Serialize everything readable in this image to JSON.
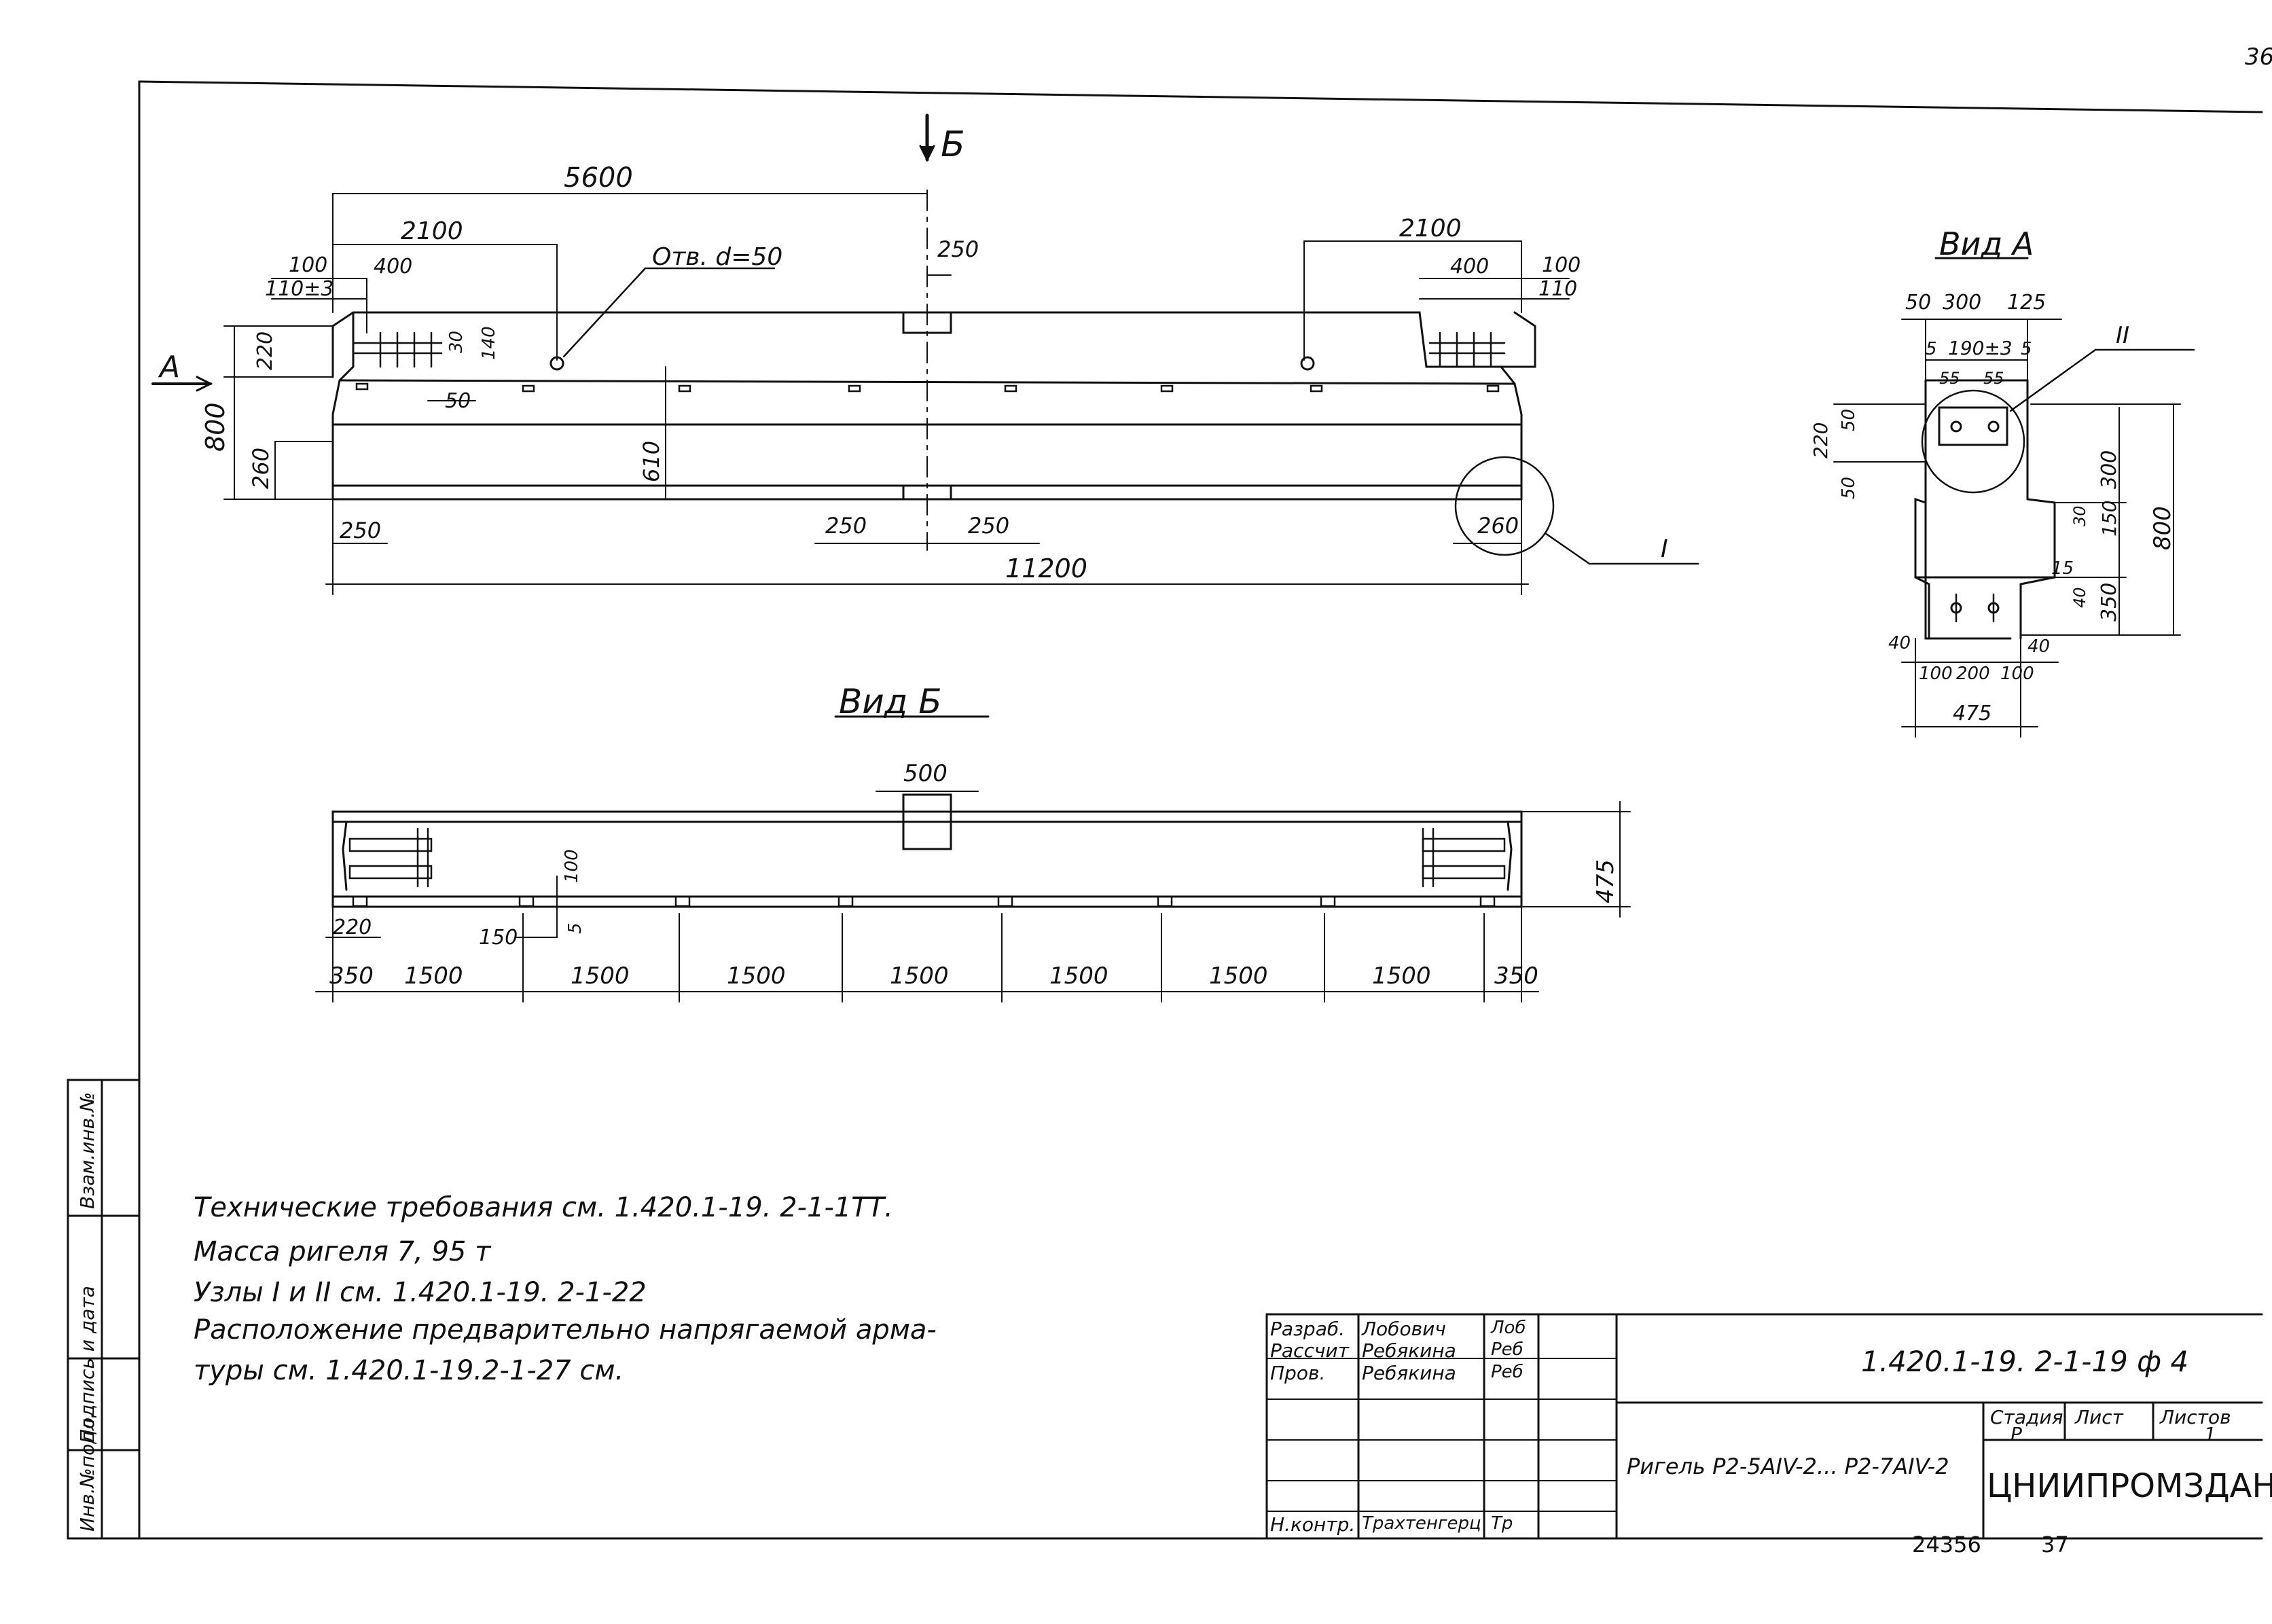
{
  "sheet": {
    "page_number": "36",
    "footer_left": "24356",
    "footer_right": "37"
  },
  "side_stamp": [
    "Инв.№подл.",
    "Подпись и дата",
    "Взам.инв.№"
  ],
  "main_view": {
    "section_mark": "Б",
    "view_a_mark": "А",
    "hole_label": "Отв. d=50",
    "node_1": "I",
    "dims": {
      "d5600": "5600",
      "d2100_left": "2100",
      "d2100_right": "2100",
      "d250_top": "250",
      "d100_left": "100",
      "d110_left": "110±3",
      "d400_left": "400",
      "d400_right": "400",
      "d100_right": "100",
      "d110_right": "110",
      "d220": "220",
      "d30": "30",
      "d140": "140",
      "d50": "50",
      "d800": "800",
      "d260": "260",
      "d610": "610",
      "d250_bl": "250",
      "d250_c1": "250",
      "d250_c2": "250",
      "d260_br": "260",
      "d11200": "11200"
    }
  },
  "view_b": {
    "title": "Вид Б",
    "dims": {
      "d500": "500",
      "d475": "475",
      "d100": "100",
      "d5": "5",
      "d220": "220",
      "d150": "150",
      "bottom": [
        "350",
        "1500",
        "1500",
        "1500",
        "1500",
        "1500",
        "1500",
        "1500",
        "350"
      ]
    }
  },
  "view_a": {
    "title": "Вид А",
    "node_2": "II",
    "dims": {
      "d50": "50",
      "d300": "300",
      "d125": "125",
      "d5a": "5",
      "d190": "190±3",
      "d5b": "5",
      "d55a": "55",
      "d55b": "55",
      "d220": "220",
      "d50v": "50",
      "d50v2": "50",
      "d300v": "300",
      "d800v": "800",
      "d30": "30",
      "d150": "150",
      "d15": "15",
      "d350": "350",
      "d40v": "40",
      "d40a": "40",
      "d40b": "40",
      "d100a": "100",
      "d200": "200",
      "d100b": "100",
      "d475": "475"
    }
  },
  "notes": [
    "Технические    требования    см.  1.420.1-19. 2-1-1ТТ.",
    "Масса    ригеля        7, 95 т",
    "Узлы    I  и  II    см.  1.420.1-19. 2-1-22",
    "Расположение    предварительно    напрягаемой   арма-",
    "туры   см.  1.420.1-19.2-1-27 см."
  ],
  "title_block": {
    "rows": [
      {
        "role": "Разраб.",
        "name": "Лобович",
        "sign": "Лоб"
      },
      {
        "role": "Рассчит",
        "name": "Ребякина",
        "sign": "Реб"
      },
      {
        "role": "Пров.",
        "name": "Ребякина",
        "sign": "Реб"
      },
      {
        "role": "",
        "name": "",
        "sign": ""
      },
      {
        "role": "",
        "name": "",
        "sign": ""
      },
      {
        "role": "",
        "name": "",
        "sign": ""
      },
      {
        "role": "Н.контр.",
        "name": "Трахтенгерц",
        "sign": "Тр"
      }
    ],
    "doc_code": "1.420.1-19. 2-1-19 ф 4",
    "product": "Ригель Р2-5АIV-2... Р2-7АIV-2",
    "stage_label": "Стадия",
    "sheet_label": "Лист",
    "sheets_label": "Листов",
    "stage": "Р",
    "sheet": "",
    "sheets": "1",
    "org": "ЦНИИПРОМЗДАНИЙ"
  }
}
